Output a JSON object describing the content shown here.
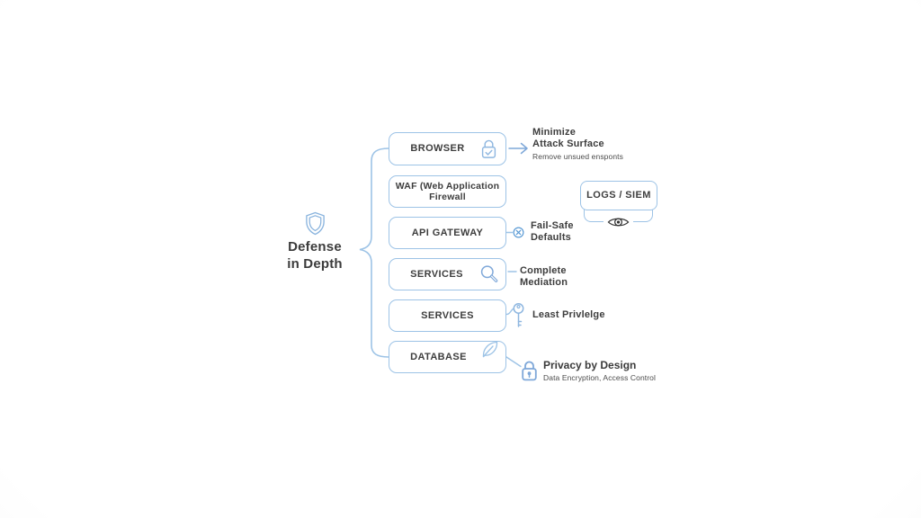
{
  "diagram": {
    "title": {
      "line1": "Defense",
      "line2": "in Depth"
    },
    "layers": [
      {
        "label": "BROWSER",
        "icon": "lock-check-icon"
      },
      {
        "label_line1": "WAF (Web Application",
        "label_line2": "Firewall"
      },
      {
        "label": "API GATEWAY"
      },
      {
        "label": "SERVICES",
        "icon": "magnifier-icon"
      },
      {
        "label": "SERVICES"
      },
      {
        "label": "DATABASE",
        "icon": "leaf-icon"
      }
    ],
    "logs_box": {
      "label": "LOGS / SIEM",
      "icon": "eye-icon"
    },
    "annotations": {
      "minimize": {
        "line1": "Minimize",
        "line2": "Attack Surface",
        "note": "Remove unsued ensponts"
      },
      "fail_safe": {
        "line1": "Fail-Safe",
        "line2": "Defaults",
        "icon": "circle-x-icon"
      },
      "mediation": {
        "line1": "Complete",
        "line2": "Mediation"
      },
      "least_privilege": {
        "text": "Least Privlelge",
        "icon": "key-icon"
      },
      "privacy": {
        "title": "Privacy by Design",
        "note": "Data Encryption, Access Control",
        "icon": "padlock-icon"
      }
    },
    "icons": [
      "shield-icon",
      "lock-check-icon",
      "circle-x-icon",
      "magnifier-icon",
      "key-icon",
      "leaf-icon",
      "padlock-icon",
      "eye-icon",
      "arrow-right-icon",
      "curly-brace"
    ],
    "colors": {
      "box_border": "#9dc3e6",
      "icon_blue": "#5b9bd5",
      "icon_light_blue": "#8fb7e0",
      "text_dark": "#3d3d3d",
      "eye_dark": "#333333"
    }
  }
}
